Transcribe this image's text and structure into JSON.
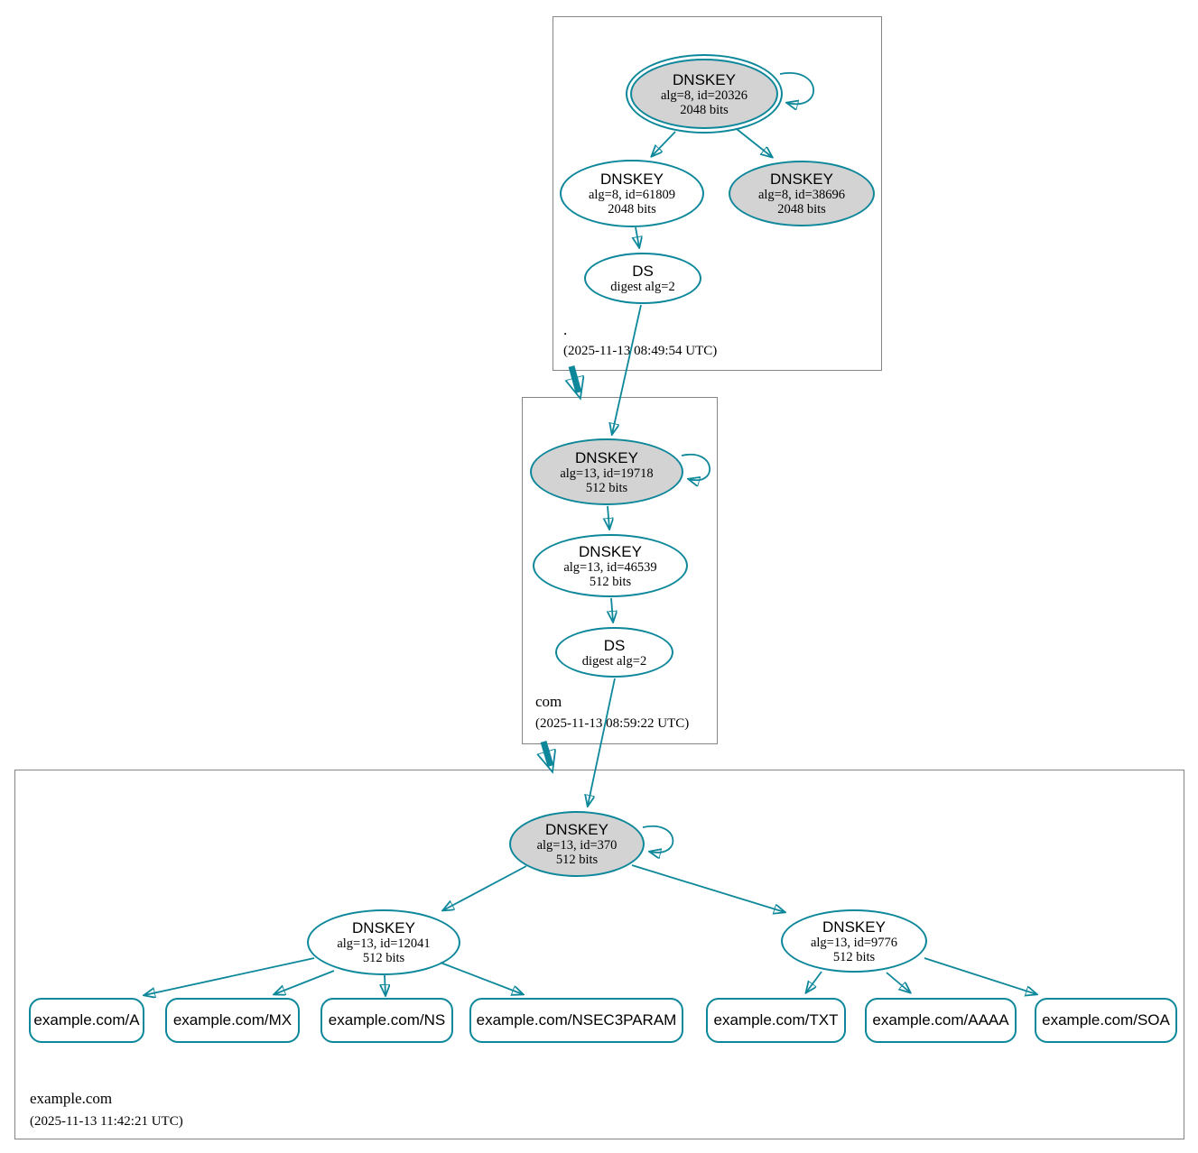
{
  "diagram": "DNSSEC authentication chain",
  "colors": {
    "secure_edge": "#0d879a",
    "ksk_fill": "#d3d3d3",
    "node_fill": "#ffffff",
    "zone_border": "#848484"
  },
  "zones": [
    {
      "name": ".",
      "timestamp": "(2025-11-13 08:49:54 UTC)",
      "nodes": [
        {
          "title": "DNSKEY",
          "line2": "alg=8, id=20326",
          "line3": "2048 bits"
        },
        {
          "title": "DNSKEY",
          "line2": "alg=8, id=61809",
          "line3": "2048 bits"
        },
        {
          "title": "DNSKEY",
          "line2": "alg=8, id=38696",
          "line3": "2048 bits"
        },
        {
          "title": "DS",
          "line2": "digest alg=2"
        }
      ]
    },
    {
      "name": "com",
      "timestamp": "(2025-11-13 08:59:22 UTC)",
      "nodes": [
        {
          "title": "DNSKEY",
          "line2": "alg=13, id=19718",
          "line3": "512 bits"
        },
        {
          "title": "DNSKEY",
          "line2": "alg=13, id=46539",
          "line3": "512 bits"
        },
        {
          "title": "DS",
          "line2": "digest alg=2"
        }
      ]
    },
    {
      "name": "example.com",
      "timestamp": "(2025-11-13 11:42:21 UTC)",
      "nodes": [
        {
          "title": "DNSKEY",
          "line2": "alg=13, id=370",
          "line3": "512 bits"
        },
        {
          "title": "DNSKEY",
          "line2": "alg=13, id=12041",
          "line3": "512 bits"
        },
        {
          "title": "DNSKEY",
          "line2": "alg=13, id=9776",
          "line3": "512 bits"
        }
      ],
      "rrsets": [
        {
          "label": "example.com/A"
        },
        {
          "label": "example.com/MX"
        },
        {
          "label": "example.com/NS"
        },
        {
          "label": "example.com/NSEC3PARAM"
        },
        {
          "label": "example.com/TXT"
        },
        {
          "label": "example.com/AAAA"
        },
        {
          "label": "example.com/SOA"
        }
      ]
    }
  ],
  "edges": [
    {
      "from": "./DNSKEY-20326",
      "to": "./DNSKEY-20326",
      "type": "self-sign"
    },
    {
      "from": "./DNSKEY-20326",
      "to": "./DNSKEY-61809",
      "type": "sign"
    },
    {
      "from": "./DNSKEY-20326",
      "to": "./DNSKEY-38696",
      "type": "sign"
    },
    {
      "from": "./DNSKEY-61809",
      "to": "./DS",
      "type": "sign"
    },
    {
      "from": "./DS",
      "to": "com/DNSKEY-19718",
      "type": "digest"
    },
    {
      "from": ".",
      "to": "com",
      "type": "delegation"
    },
    {
      "from": "com/DNSKEY-19718",
      "to": "com/DNSKEY-19718",
      "type": "self-sign"
    },
    {
      "from": "com/DNSKEY-19718",
      "to": "com/DNSKEY-46539",
      "type": "sign"
    },
    {
      "from": "com/DNSKEY-46539",
      "to": "com/DS",
      "type": "sign"
    },
    {
      "from": "com/DS",
      "to": "example.com/DNSKEY-370",
      "type": "digest"
    },
    {
      "from": "com",
      "to": "example.com",
      "type": "delegation"
    },
    {
      "from": "example.com/DNSKEY-370",
      "to": "example.com/DNSKEY-370",
      "type": "self-sign"
    },
    {
      "from": "example.com/DNSKEY-370",
      "to": "example.com/DNSKEY-12041",
      "type": "sign"
    },
    {
      "from": "example.com/DNSKEY-370",
      "to": "example.com/DNSKEY-9776",
      "type": "sign"
    },
    {
      "from": "example.com/DNSKEY-12041",
      "to": "example.com/A",
      "type": "sign"
    },
    {
      "from": "example.com/DNSKEY-12041",
      "to": "example.com/MX",
      "type": "sign"
    },
    {
      "from": "example.com/DNSKEY-12041",
      "to": "example.com/NS",
      "type": "sign"
    },
    {
      "from": "example.com/DNSKEY-12041",
      "to": "example.com/NSEC3PARAM",
      "type": "sign"
    },
    {
      "from": "example.com/DNSKEY-9776",
      "to": "example.com/TXT",
      "type": "sign"
    },
    {
      "from": "example.com/DNSKEY-9776",
      "to": "example.com/AAAA",
      "type": "sign"
    },
    {
      "from": "example.com/DNSKEY-9776",
      "to": "example.com/SOA",
      "type": "sign"
    }
  ]
}
